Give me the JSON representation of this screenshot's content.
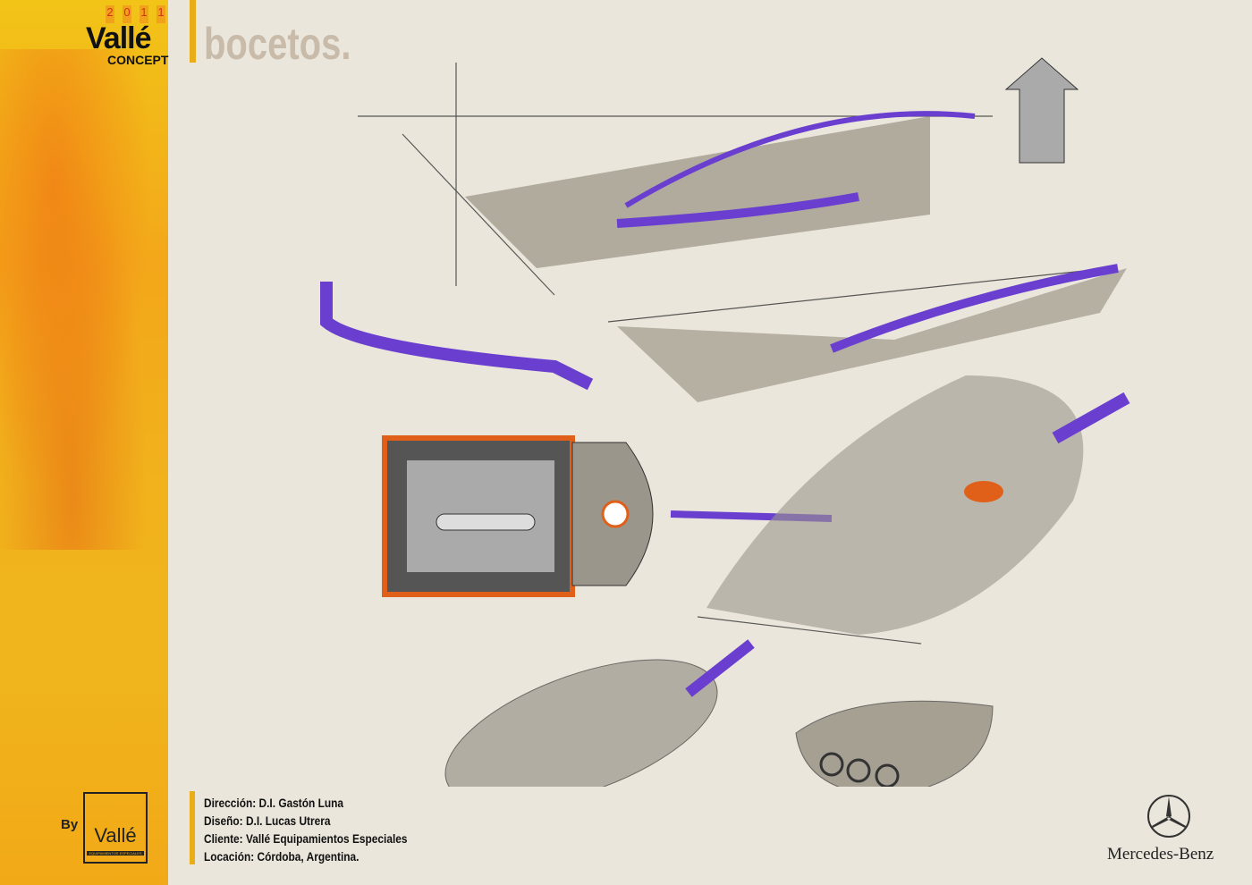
{
  "header": {
    "year_digits": [
      "2",
      "0",
      "1",
      "1"
    ],
    "brand": "Vallé",
    "subbrand": "CONCEPT",
    "title": "bocetos."
  },
  "footer": {
    "by_label": "By",
    "logo_text": "Vallé",
    "logo_subtext": "EQUIPAMIENTOS ESPECIALES",
    "credits": [
      "Dirección: D.I. Gastón Luna",
      "Diseño: D.I. Lucas Utrera",
      "Cliente: Vallé Equipamientos Especiales",
      "Locación: Córdoba, Argentina."
    ],
    "client_brand": "Mercedes-Benz"
  },
  "colors": {
    "accent": "#e9ad17",
    "purple": "#6a3fd0",
    "orange": "#e0601a",
    "paper": "#ebe6dc"
  }
}
